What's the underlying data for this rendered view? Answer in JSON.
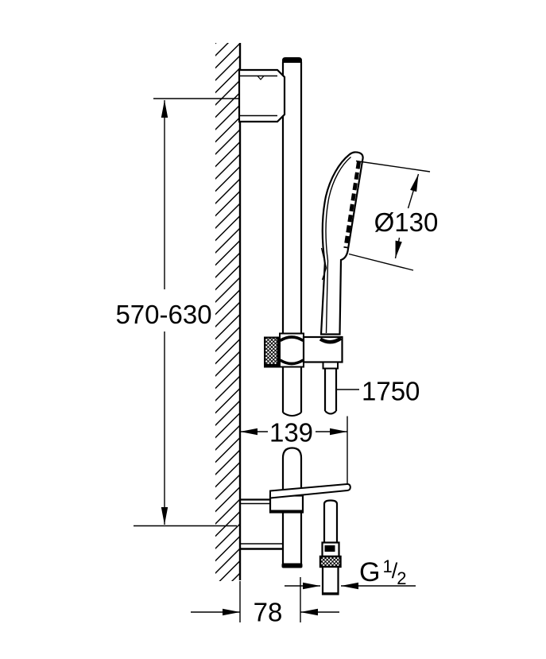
{
  "style": {
    "background": "#ffffff",
    "line_color": "#000000"
  },
  "labels": {
    "mounting_height": "570-630",
    "head_diameter": "Ø130",
    "hose_length": "1750",
    "projection_width": "139",
    "wall_distance": "78",
    "thread": {
      "letter": "G",
      "numerator": "1",
      "divider": "/",
      "denominator": "2"
    }
  }
}
